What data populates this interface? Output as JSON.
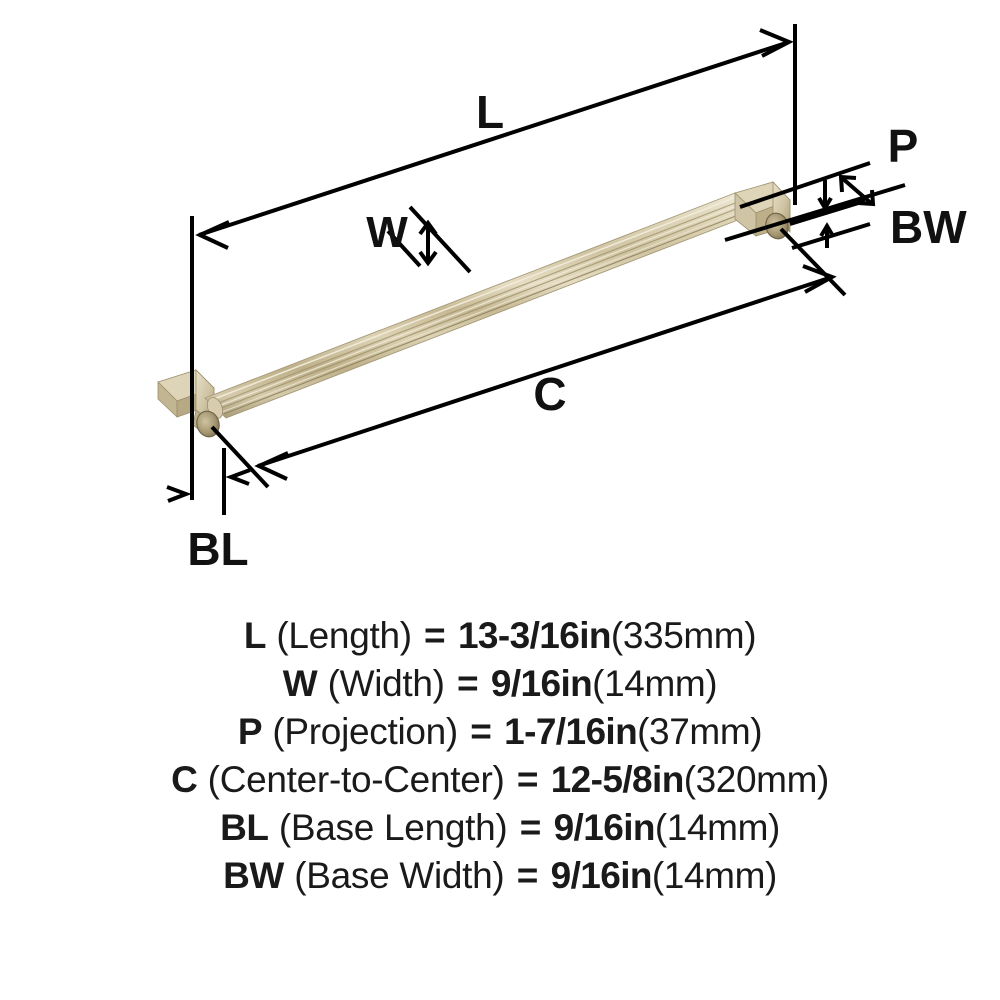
{
  "product": {
    "type": "cabinet-pull-dimension-diagram",
    "finish_color": "#cdc1a0"
  },
  "diagram": {
    "labels": {
      "length": "L",
      "width": "W",
      "projection": "P",
      "center_to_center": "C",
      "base_length": "BL",
      "base_width": "BW"
    },
    "line_color": "#000000",
    "bar_color_light": "#e2dac2",
    "bar_color_mid": "#cdc1a0",
    "bar_color_dark": "#a89b76",
    "bar_color_shadow": "#8d8straight"
  },
  "specs": [
    {
      "code": "L",
      "descr": "(Length)",
      "eq": "=",
      "imperial": "13-3/16in",
      "metric": "(335mm)"
    },
    {
      "code": "W",
      "descr": "(Width)",
      "eq": "=",
      "imperial": "9/16in",
      "metric": "(14mm)"
    },
    {
      "code": "P",
      "descr": "(Projection)",
      "eq": "=",
      "imperial": "1-7/16in",
      "metric": "(37mm)"
    },
    {
      "code": "C",
      "descr": "(Center-to-Center)",
      "eq": "=",
      "imperial": "12-5/8in",
      "metric": "(320mm)"
    },
    {
      "code": "BL",
      "descr": "(Base Length)",
      "eq": "=",
      "imperial": "9/16in",
      "metric": "(14mm)"
    },
    {
      "code": "BW",
      "descr": "(Base Width)",
      "eq": "=",
      "imperial": "9/16in",
      "metric": "(14mm)"
    }
  ]
}
